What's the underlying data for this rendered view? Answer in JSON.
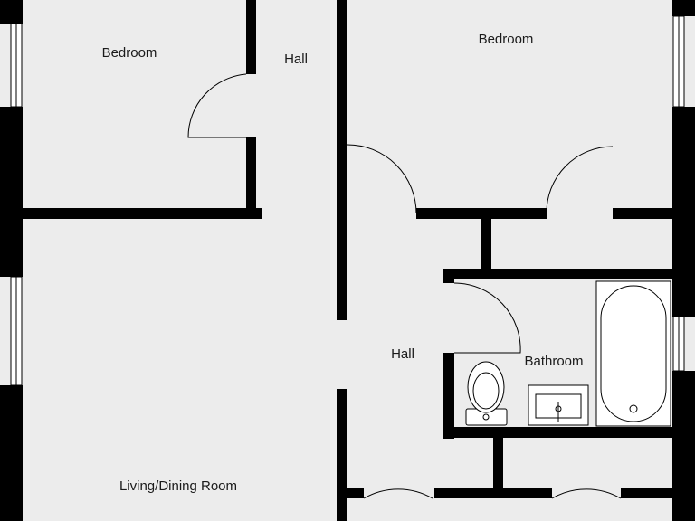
{
  "rooms": {
    "bedroom_left": "Bedroom",
    "hall_top": "Hall",
    "bedroom_right": "Bedroom",
    "hall_center": "Hall",
    "bathroom": "Bathroom",
    "living_dining": "Living/Dining Room"
  },
  "colors": {
    "wall": "#000000",
    "floor": "#ececec",
    "fixture": "#ffffff",
    "label": "#1a1a1a"
  }
}
